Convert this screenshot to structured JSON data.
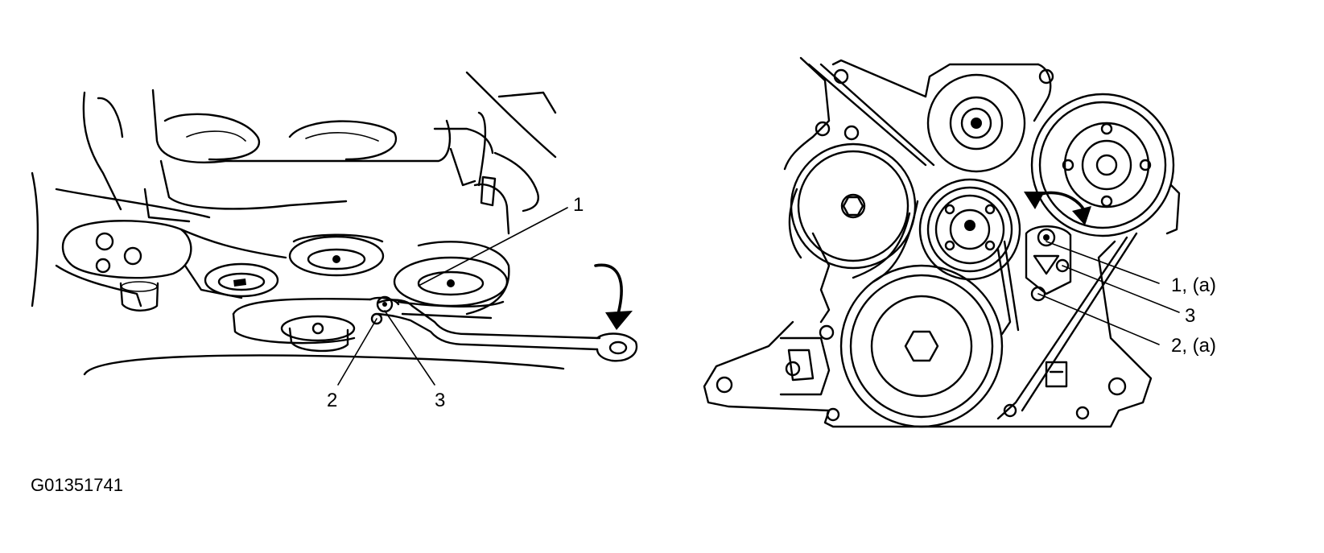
{
  "figure_code": "G01351741",
  "left_view": {
    "callouts": [
      {
        "text": "1"
      },
      {
        "text": "2"
      },
      {
        "text": "3"
      }
    ]
  },
  "right_view": {
    "callouts": [
      {
        "text": "1, (a)"
      },
      {
        "text": "3"
      },
      {
        "text": "2, (a)"
      }
    ]
  }
}
